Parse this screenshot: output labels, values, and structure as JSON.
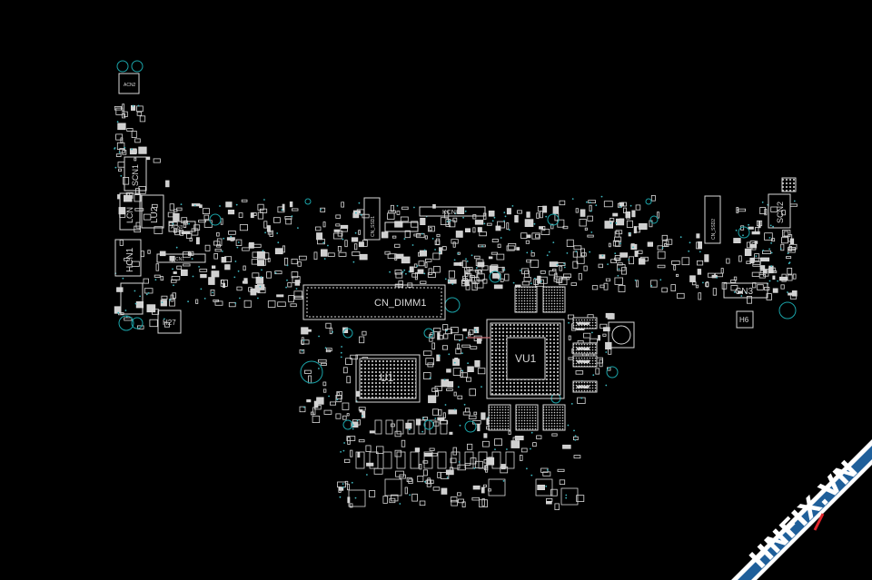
{
  "board": {
    "background": "#000000",
    "outline_color": "#d9d9d9",
    "hole_color": "#1aa3a8",
    "via_color": "#3fb7c0",
    "highlight_color": "#c8737a",
    "labels": {
      "cn_dimm1": "CN_DIMM1",
      "u1": "U1",
      "vu1": "VU1",
      "kcn1": "KCN1",
      "cn3": "CN3",
      "h6": "H6",
      "h27": "H27",
      "scn1": "SCN1",
      "scn2": "SCN2",
      "hcn1": "HCN1",
      "acn2": "ACN2",
      "acn3": "ACN3",
      "cn1": "CN1",
      "lcn": "LCN",
      "lu2": "LU2",
      "cn_ssd1": "CN_SSD1",
      "cn_ssd2": "CN_SSD2",
      "vram": [
        "VRAM4",
        "VRAM5",
        "VRAM6",
        "VRAM7"
      ]
    }
  },
  "watermark": {
    "text": "HNFIX.VN",
    "band_color": "#1f5f9a",
    "border_color": "#ffffff",
    "accent_color": "#e0262b"
  }
}
